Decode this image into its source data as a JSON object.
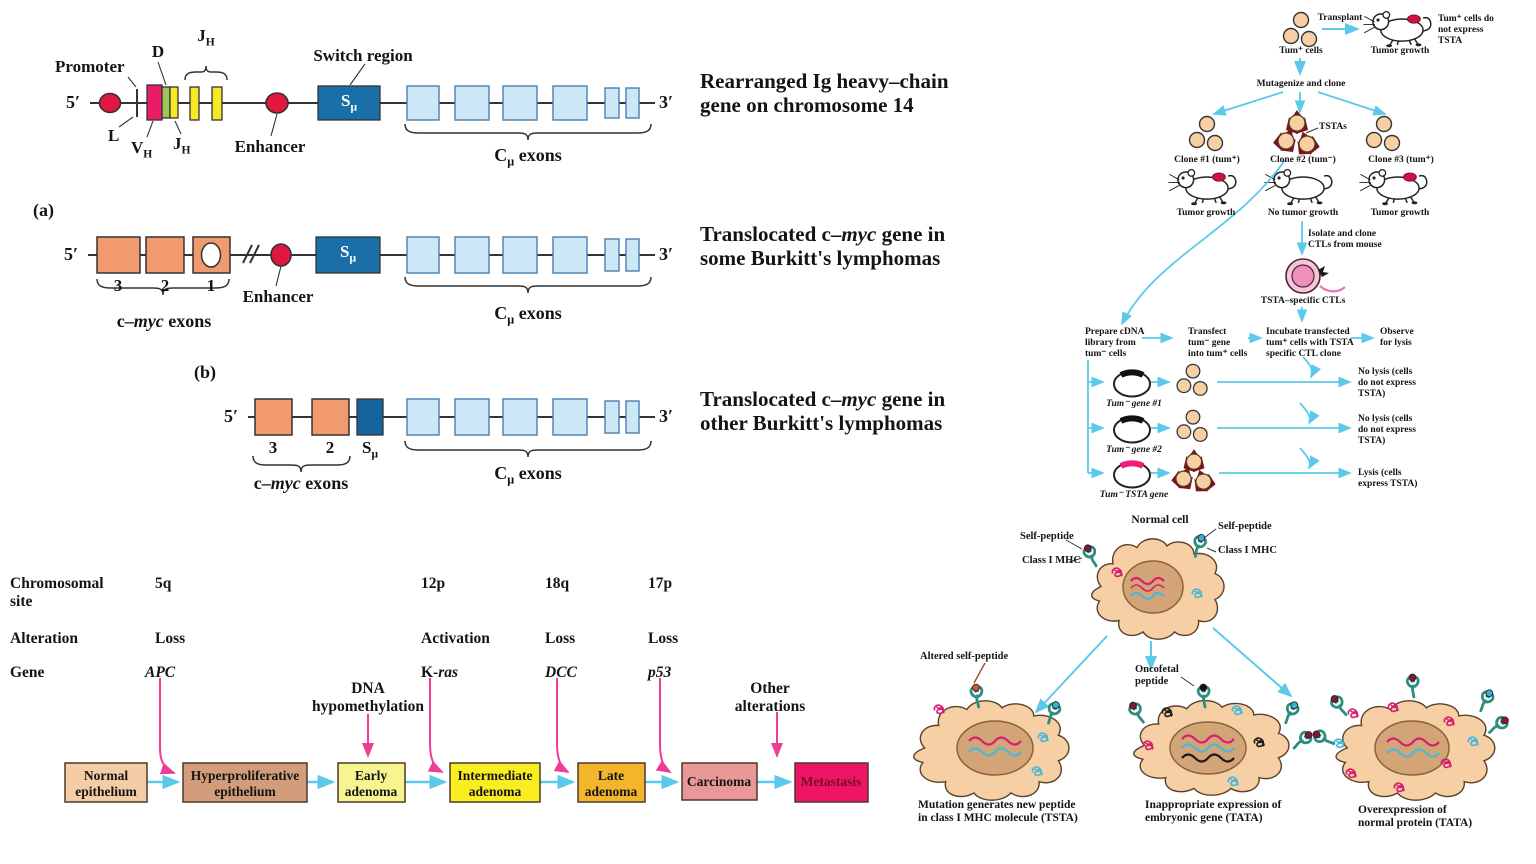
{
  "colors": {
    "accent_cyan": "#5bc9e9",
    "accent_pink_arrow": "#ec3d97",
    "red_oval": "#e01840",
    "pink_box": "#ea1c68",
    "green_box": "#9fc25b",
    "yellow_box": "#f6e926",
    "switch_blue": "#1a6fa8",
    "exon_blue": "#cde7f6",
    "orange_exon": "#f09a6e",
    "peach_cell": "#f6d0a4",
    "spike_red": "#7a1220",
    "ctl_pink": "#ee8fbc",
    "cell_body": "#f6cfa4",
    "nucleus": "#d2a476",
    "receptor_teal": "#2e8d7e",
    "tumor_red": "#cc1244",
    "metastasis_pink": "#ee1566"
  },
  "gene": {
    "row1": {
      "five_prime": "5′",
      "three_prime": "3′",
      "promoter": "Promoter",
      "d_label": "D",
      "jh_top": {
        "base": "J",
        "sub": "H"
      },
      "l_label": "L",
      "vh": {
        "base": "V",
        "sub": "H"
      },
      "jh_bottom": {
        "base": "J",
        "sub": "H"
      },
      "enhancer": "Enhancer",
      "switch_region": "Switch region",
      "s_mu": {
        "base": "S",
        "sub": "μ"
      },
      "c_mu": {
        "base": "C",
        "sub": "μ",
        "suffix": " exons"
      },
      "caption": "Rearranged Ig heavy–chain\ngene on chromosome 14"
    },
    "row_a": {
      "tag": "(a)",
      "five_prime": "5′",
      "three_prime": "3′",
      "exon_numbers": [
        "3",
        "2",
        "1"
      ],
      "enhancer": "Enhancer",
      "s_mu": {
        "base": "S",
        "sub": "μ"
      },
      "c_myc": {
        "pre": "c–",
        "it": "myc",
        "post": " exons"
      },
      "c_mu": {
        "base": "C",
        "sub": "μ",
        "suffix": " exons"
      },
      "caption": {
        "pre": "Translocated c–",
        "it": "myc",
        "post": " gene in",
        "line2": "some Burkitt's lymphomas"
      }
    },
    "row_b": {
      "tag": "(b)",
      "five_prime": "5′",
      "three_prime": "3′",
      "exon_numbers": [
        "3",
        "2"
      ],
      "s_mu": {
        "base": "S",
        "sub": "μ"
      },
      "c_myc": {
        "pre": "c–",
        "it": "myc",
        "post": " exons"
      },
      "c_mu": {
        "base": "C",
        "sub": "μ",
        "suffix": " exons"
      },
      "caption": {
        "pre": "Translocated c–",
        "it": "myc",
        "post": " gene in",
        "line2": "other Burkitt's lymphomas"
      }
    }
  },
  "colon": {
    "row_headers": {
      "site": "Chromosomal\nsite",
      "alteration": "Alteration",
      "gene": "Gene"
    },
    "sites": [
      "5q",
      "12p",
      "18q",
      "17p"
    ],
    "alterations": [
      "Loss",
      "Activation",
      "Loss",
      "Loss"
    ],
    "genes": {
      "apc": "APC",
      "kras": {
        "pre": "K-",
        "it": "ras"
      },
      "dcc": "DCC",
      "p53": "p53"
    },
    "dna_hypomethylation": "DNA\nhypomethylation",
    "other_alterations": "Other\nalterations",
    "stages": [
      {
        "label": "Normal\nepithelium",
        "fill": "#f4cda6"
      },
      {
        "label": "Hyperproliferative\nepithelium",
        "fill": "#d39d7b"
      },
      {
        "label": "Early\nadenoma",
        "fill": "#f8f490"
      },
      {
        "label": "Intermediate\nadenoma",
        "fill": "#f9ee21"
      },
      {
        "label": "Late\nadenoma",
        "fill": "#f2b52c"
      },
      {
        "label": "Carcinoma",
        "fill": "#e99797"
      },
      {
        "label": "Metastasis",
        "fill": "#ee1566"
      }
    ]
  },
  "tsta": {
    "tum_cells": "Tum⁺ cells",
    "transplant": "Transplant",
    "tumor_growth_top": "Tumor growth",
    "no_express": "Tum⁺ cells do\nnot express\nTSTA",
    "mutagenize": "Mutagenize and clone",
    "clone1": "Clone #1 (tum⁺)",
    "clone2": "Clone #2 (tum⁻)",
    "clone3": "Clone #3 (tum⁺)",
    "tstas": "TSTAs",
    "growth1": "Tumor growth",
    "growth2": "No tumor growth",
    "growth3": "Tumor growth",
    "isolate": "Isolate and clone\nCTLs from mouse",
    "ctl_label": "TSTA–specific CTLs",
    "prepare": "Prepare cDNA\nlibrary from\ntum⁻ cells",
    "transfect": "Transfect\ntum⁻ gene\ninto tum⁺ cells",
    "incubate": "Incubate transfected\ntum⁺ cells with TSTA\nspecific CTL clone",
    "observe": "Observe\nfor lysis",
    "gene1": "Tum⁻ gene #1",
    "gene2": "Tum⁻ gene #2",
    "gene3": "Tum⁻ TSTA gene",
    "no_lysis1": "No lysis (cells\ndo not express\nTSTA)",
    "no_lysis2": "No lysis (cells\ndo not express\nTSTA)",
    "lysis": "Lysis (cells\nexpress TSTA)"
  },
  "mhc": {
    "normal_cell": "Normal cell",
    "self_peptide_left": "Self-peptide",
    "class1_left": "Class I MHC",
    "self_peptide_right": "Self-peptide",
    "class1_right": "Class I MHC",
    "altered": "Altered self-peptide",
    "oncofetal": "Oncofetal\npeptide",
    "caption_a": "Mutation generates new peptide\nin class I MHC molecule (TSTA)",
    "caption_b": "Inappropriate expression of\nembryonic gene (TATA)",
    "caption_c": "Overexpression of\nnormal protein (TATA)"
  }
}
